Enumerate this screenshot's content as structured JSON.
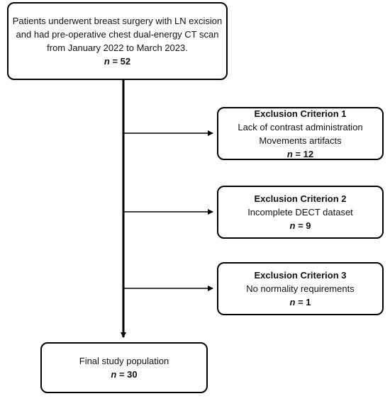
{
  "start": {
    "lines": [
      "Patients underwent breast surgery with LN excision",
      "and had pre-operative chest dual-energy CT scan",
      "from January 2022 to March 2023."
    ],
    "n_var": "n",
    "n_value": " = 52"
  },
  "exclusions": [
    {
      "title": "Exclusion Criterion 1",
      "lines": [
        "Lack of contrast administration",
        "Movements artifacts"
      ],
      "n_var": "n",
      "n_value": " = 12"
    },
    {
      "title": "Exclusion Criterion 2",
      "lines": [
        "Incomplete DECT dataset"
      ],
      "n_var": "n",
      "n_value": " = 9"
    },
    {
      "title": "Exclusion Criterion 3",
      "lines": [
        "No normality requirements"
      ],
      "n_var": "n",
      "n_value": " = 1"
    }
  ],
  "final": {
    "label": "Final study population",
    "n_var": "n",
    "n_value": " = 30"
  }
}
